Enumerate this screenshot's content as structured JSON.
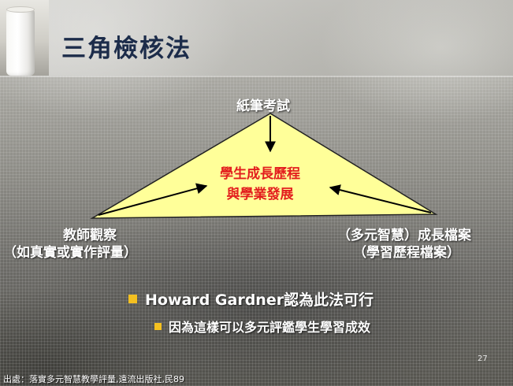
{
  "slide": {
    "title": "三角檢核法",
    "page_number": "27",
    "source_note": "出處：落實多元智慧教學評量,遠流出版社,民89"
  },
  "diagram": {
    "top_vertex_label": "紙筆考試",
    "center_label_line1": "學生成長歷程",
    "center_label_line2": "與學業發展",
    "left_label_line1": "教師觀察",
    "left_label_line2": "（如真實或實作評量）",
    "right_label_line1": "（多元智慧）成長檔案",
    "right_label_line2": "（學習歷程檔案）",
    "triangle_fill": "#ffff99",
    "center_text_color": "#e31e1e"
  },
  "bullets": [
    {
      "text": "Howard Gardner認為此法可行",
      "sub": [
        {
          "text": "因為這樣可以多元評鑑學生學習成效"
        }
      ]
    }
  ],
  "colors": {
    "title": "#1c2c4a",
    "bullet_marker": "#f4c020"
  }
}
